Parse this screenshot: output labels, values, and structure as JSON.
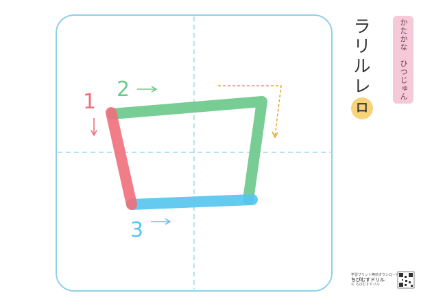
{
  "worksheet": {
    "target_char": "ロ",
    "title_chars": [
      "ラ",
      "リ",
      "ル",
      "レ"
    ],
    "category": "かたかな　ひつじゅん",
    "colors": {
      "frame": "#8ed0e8",
      "guide": "#8ed0e8",
      "stroke1": "#ee6f7a",
      "stroke2": "#6cc98b",
      "stroke3": "#58c6ee",
      "hint_arrow": "#f0a022",
      "badge": "#f6c9d9",
      "highlight": "#f8d37a"
    },
    "strokes": [
      {
        "number": "1",
        "arrow": "↓"
      },
      {
        "number": "2",
        "arrow": "→"
      },
      {
        "number": "3",
        "arrow": "→"
      }
    ]
  },
  "footer": {
    "line1": "学習プリント無料ダウンロード",
    "brand": "ちびむすドリル",
    "line2": "© ちびむすドリル"
  }
}
